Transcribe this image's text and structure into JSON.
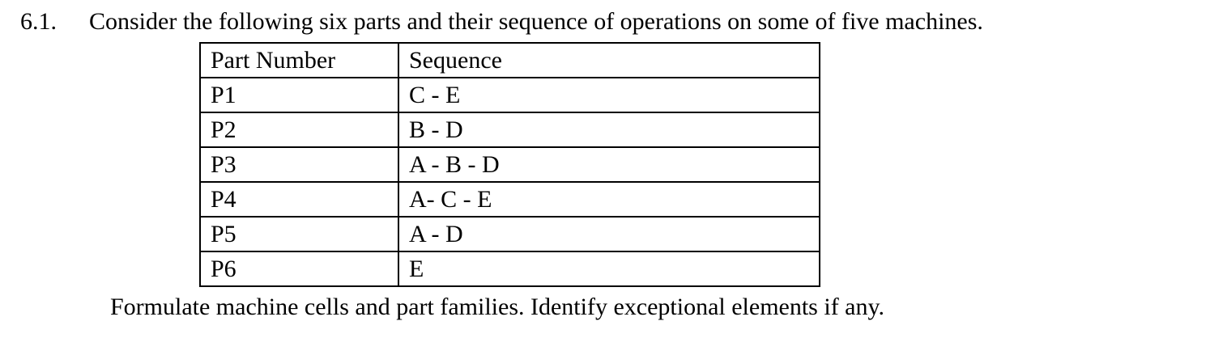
{
  "question": {
    "number": "6.1.",
    "text": "Consider the following six parts and their sequence of operations on some of five machines."
  },
  "table": {
    "headers": {
      "part": "Part Number",
      "sequence": "Sequence"
    },
    "rows": [
      {
        "part": "P1",
        "sequence": "C - E"
      },
      {
        "part": "P2",
        "sequence": "B - D"
      },
      {
        "part": "P3",
        "sequence": "A - B - D"
      },
      {
        "part": "P4",
        "sequence": "A- C - E"
      },
      {
        "part": "P5",
        "sequence": "A - D"
      },
      {
        "part": "P6",
        "sequence": "E"
      }
    ]
  },
  "instruction": {
    "text": "Formulate machine cells and part families. Identify exceptional elements if any."
  },
  "colors": {
    "text": "#000000",
    "border": "#000000",
    "background": "#ffffff"
  }
}
